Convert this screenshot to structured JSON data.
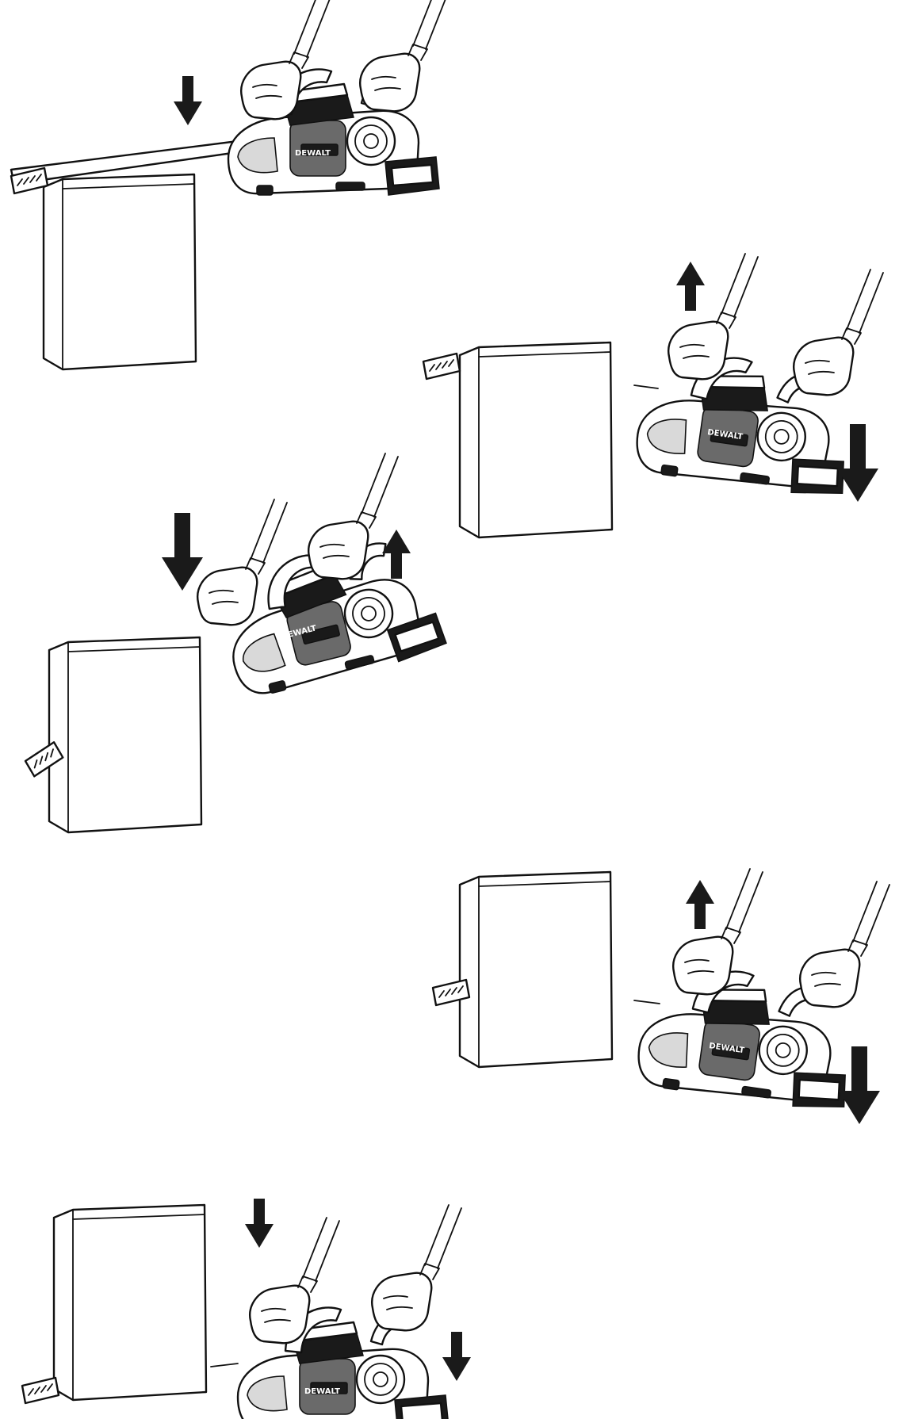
{
  "figure": {
    "brand_label": "DEWALT",
    "steps": [
      {
        "id": 1,
        "arrows": [
          "down"
        ]
      },
      {
        "id": 2,
        "arrows": [
          "up",
          "down"
        ]
      },
      {
        "id": 3,
        "arrows": [
          "down",
          "up"
        ]
      },
      {
        "id": 4,
        "arrows": [
          "up",
          "down"
        ]
      },
      {
        "id": 5,
        "arrows": [
          "down",
          "down"
        ]
      }
    ],
    "colors": {
      "line": "#111111",
      "fill": "#ffffff",
      "arrow": "#1a1a1a",
      "battery": "#1a1a1a"
    }
  }
}
